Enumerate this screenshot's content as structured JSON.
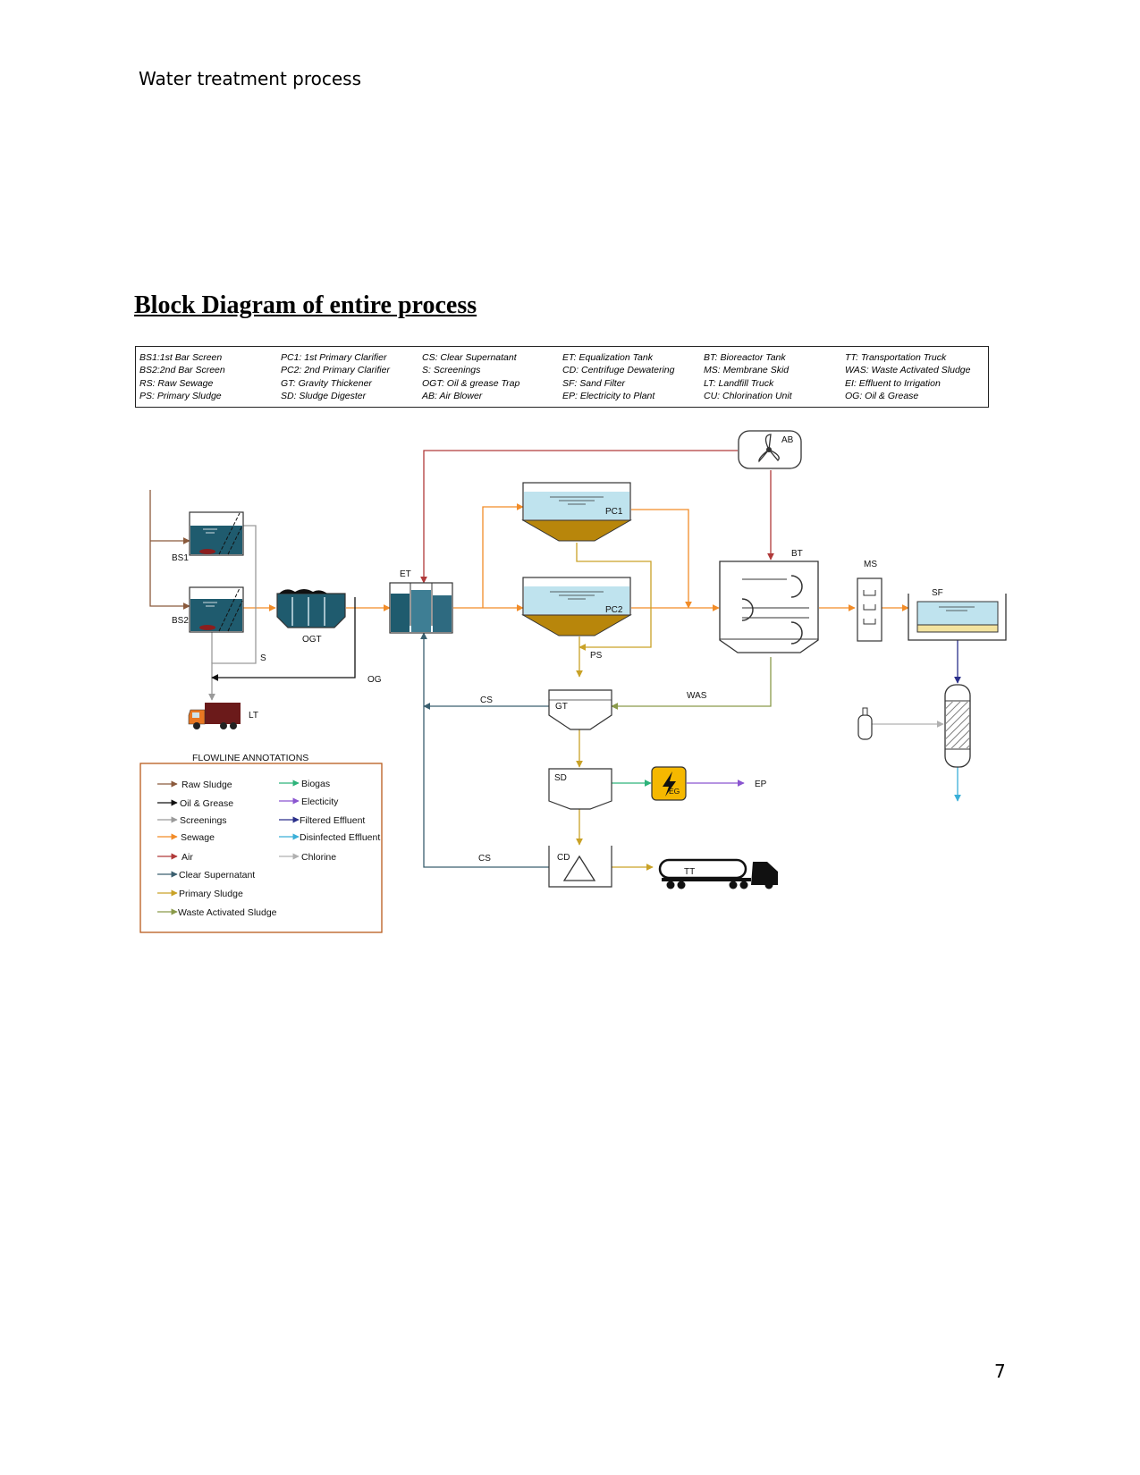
{
  "page": {
    "header": "Water treatment process",
    "heading": "Block Diagram of entire process",
    "page_number": "7"
  },
  "abbreviations": [
    [
      "BS1:1st Bar Screen",
      "BS2:2nd Bar Screen",
      "RS: Raw Sewage",
      "PS: Primary Sludge"
    ],
    [
      "PC1: 1st Primary Clarifier",
      "PC2: 2nd Primary Clarifier",
      "GT: Gravity Thickener",
      "SD: Sludge Digester"
    ],
    [
      "CS: Clear Supernatant",
      "S: Screenings",
      "OGT: Oil & grease Trap",
      "AB: Air Blower"
    ],
    [
      "ET: Equalization Tank",
      "CD: Centrifuge Dewatering",
      "SF: Sand Filter",
      "EP: Electricity to Plant"
    ],
    [
      "BT: Bioreactor Tank",
      "MS: Membrane Skid",
      "LT: Landfill Truck",
      "CU: Chlorination Unit"
    ],
    [
      "TT: Transportation Truck",
      "WAS: Waste Activated Sludge",
      "EI: Effluent to Irrigation",
      "OG: Oil & Grease"
    ]
  ],
  "units": {
    "bs1": "BS1",
    "bs2": "BS2",
    "ogt": "OGT",
    "et": "ET",
    "pc1": "PC1",
    "pc2": "PC2",
    "ab": "AB",
    "bt": "BT",
    "ms": "MS",
    "sf": "SF",
    "gt": "GT",
    "sd": "SD",
    "eg": "EG",
    "cd": "CD",
    "lt": "LT",
    "tt": "TT"
  },
  "stream_labels": {
    "s": "S",
    "og": "OG",
    "ps": "PS",
    "cs_top": "CS",
    "was": "WAS",
    "ep": "EP",
    "cs_bottom": "CS"
  },
  "flowline_annotations": {
    "title": "FLOWLINE ANNOTATIONS",
    "items": [
      {
        "label": "Raw Sludge",
        "color": "#8B5A3C"
      },
      {
        "label": "Oil & Grease",
        "color": "#111111"
      },
      {
        "label": "Screenings",
        "color": "#9A9A9A"
      },
      {
        "label": "Sewage",
        "color": "#F28C28"
      },
      {
        "label": "Air",
        "color": "#B03A3A"
      },
      {
        "label": "Clear Supernatant",
        "color": "#3A5F6F"
      },
      {
        "label": "Primary Sludge",
        "color": "#C9A227"
      },
      {
        "label": "Waste Activated Sludge",
        "color": "#8A9A4A"
      },
      {
        "label": "Biogas",
        "color": "#2DB37A"
      },
      {
        "label": "Electicity",
        "color": "#8A55D0"
      },
      {
        "label": "Filtered Effluent",
        "color": "#2A2F8A"
      },
      {
        "label": "Disinfected Effluent",
        "color": "#3AAFD8"
      },
      {
        "label": "Chlorine",
        "color": "#B0B0B0"
      }
    ]
  }
}
